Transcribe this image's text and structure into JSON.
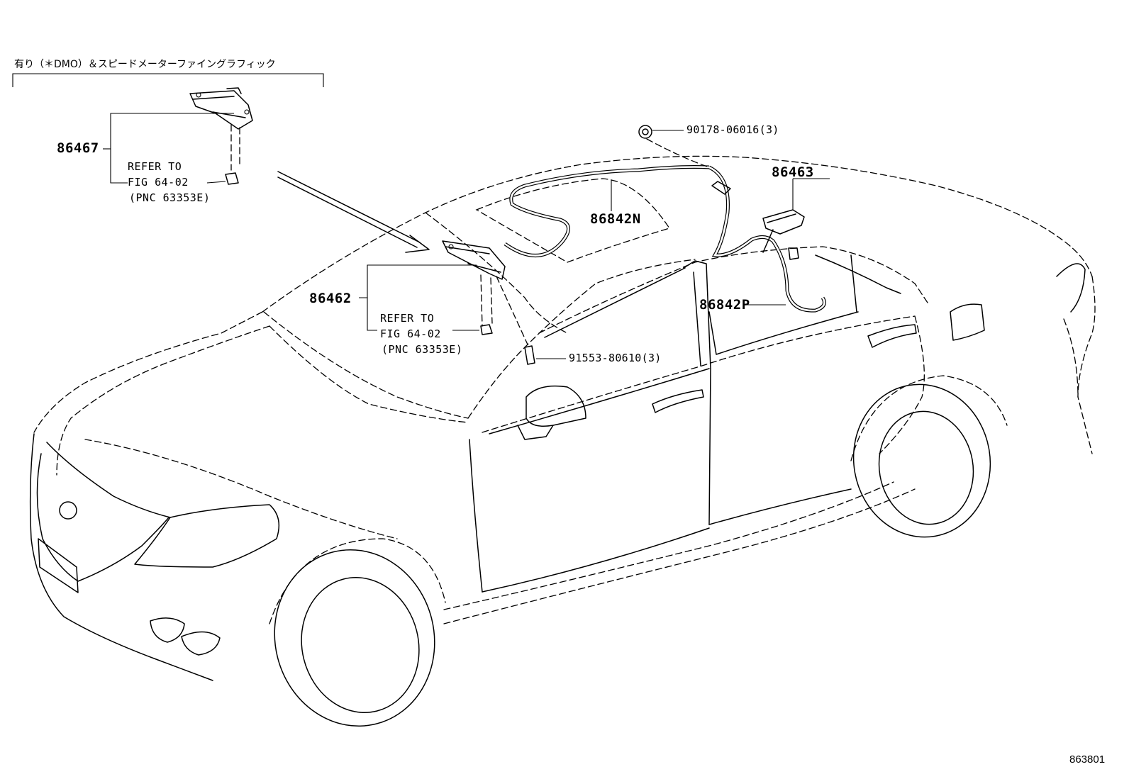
{
  "header_note": "有り（＊DMO）＆スピードメーターファイングラフィック",
  "parts": {
    "p86467": "86467",
    "p86462": "86462",
    "p86463": "86463",
    "p86842N": "86842N",
    "p86842P": "86842P",
    "p90178": "90178-06016(3)",
    "p91553": "91553-80610(3)"
  },
  "refs": {
    "top": {
      "line1": "REFER TO",
      "line2": "FIG 64-02",
      "line3": "(PNC 63353E)"
    },
    "mid": {
      "line1": "REFER TO",
      "line2": "FIG 64-02",
      "line3": "(PNC 63353E)"
    }
  },
  "diagram_code": "863801"
}
